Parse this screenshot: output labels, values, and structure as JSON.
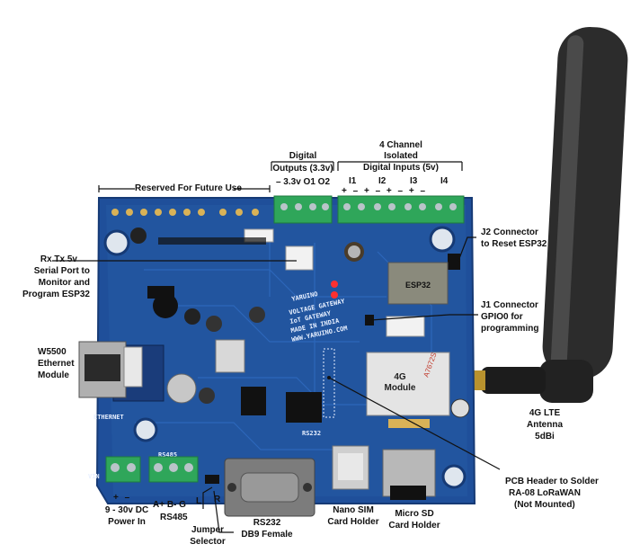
{
  "labels": {
    "reserved": "Reserved For Future Use",
    "digital_outputs_1": "Digital",
    "digital_outputs_2": "Outputs (3.3v)",
    "outputs_pins": "–  3.3v O1  O2",
    "inputs_1": "4 Channel",
    "inputs_2": "Isolated",
    "inputs_3": "Digital Inputs (5v)",
    "inputs_names": [
      "I1",
      "I2",
      "I3",
      "I4"
    ],
    "inputs_polarity": "+ –  + –  + –  + –",
    "j2_1": "J2 Connector",
    "j2_2": "to Reset ESP32",
    "rxtx_1": "Rx Tx 5v",
    "rxtx_2": "Serial Port to",
    "rxtx_3": "Monitor and",
    "rxtx_4": "Program ESP32",
    "j1_1": "J1 Connector",
    "j1_2": "GPIO0 for",
    "j1_3": "programming",
    "w5500_1": "W5500",
    "w5500_2": "Ethernet",
    "w5500_3": "Module",
    "lte_1": "4G LTE",
    "lte_2": "Antenna",
    "lte_3": "5dBi",
    "pcb_1": "PCB Header to Solder",
    "pcb_2": "RA-08 LoRaWAN",
    "pcb_3": "(Not Mounted)",
    "power_pins": "+  –",
    "power_1": "9 - 30v DC",
    "power_2": "Power In",
    "rs485_pins": "A+  B-  G",
    "rs485": "RS485",
    "jumper_l": "L",
    "jumper_r": "R",
    "jumper_1": "Jumper",
    "jumper_2": "Selector",
    "rs232_1": "RS232",
    "rs232_2": "DB9 Female",
    "nano_1": "Nano SIM",
    "nano_2": "Card Holder",
    "micro_1": "Micro SD",
    "micro_2": "Card Holder"
  },
  "board": {
    "brand": "YARUINO",
    "esp32": "ESP32",
    "module_4g_1": "4G",
    "module_4g_2": "Module",
    "sim_module": "A7672S",
    "silk_1": "VOLTAGE GATEWAY",
    "silk_2": "IoT GATEWAY",
    "silk_3": "MADE IN INDIA",
    "silk_4": "WWW.YARUINO.COM",
    "ethernet": "ETHERNET",
    "rs485_silk": "RS485",
    "rs232_silk": "RS232",
    "vin_silk": "VIN"
  },
  "colors": {
    "pcb": "#1f4f9a",
    "terminal": "#2fa65a",
    "antenna": "#2b2b2b",
    "line": "#111111"
  }
}
